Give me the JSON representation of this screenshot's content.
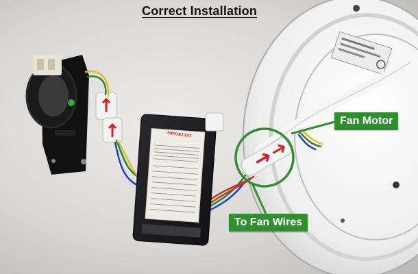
{
  "title": "Correct Installation",
  "labels": {
    "fan_motor": "Fan Motor",
    "to_fan_wires": "To Fan Wires"
  },
  "receiver_label": "IMPORTANT",
  "colors": {
    "callout_green": "#2f8f2f",
    "highlight_circle": "#2f8f2f",
    "arrow_red": "#d42020",
    "receiver_body": "#1c1c1e",
    "canopy_white": "#f4f4f4"
  }
}
